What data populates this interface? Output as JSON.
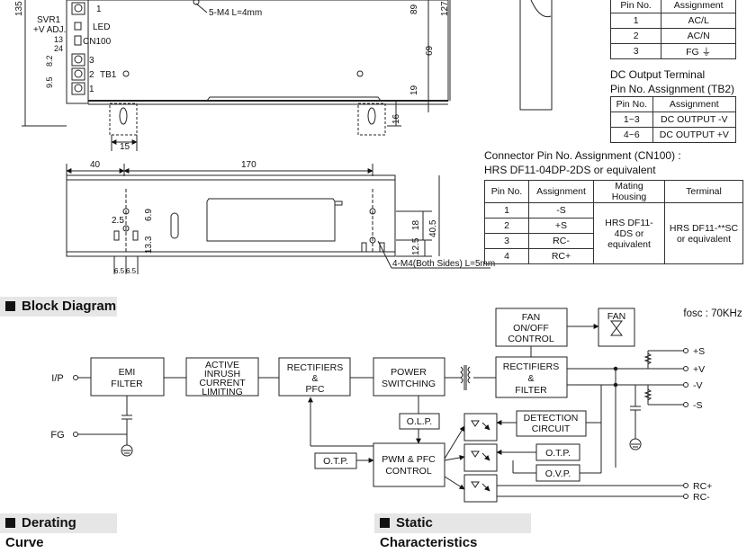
{
  "mech": {
    "dim_135": "135",
    "svr1": "SVR1",
    "v_adj": "+V ADJ.",
    "led": "LED",
    "cn100": "CN100",
    "pin13": "13",
    "pin24": "24",
    "tb1": "TB1",
    "tb1_pins": [
      "3",
      "2",
      "1"
    ],
    "top_pin1": "1",
    "dim_82": "8.2",
    "dim_95": "9.5",
    "screw_note": "5-M4 L=4mm",
    "dim_89": "89",
    "dim_127": "127",
    "dim_69": "69",
    "dim_19": "19",
    "dim_16": "16",
    "dim_15": "15",
    "dim_40": "40",
    "dim_170": "170",
    "dim_25": "2.5",
    "dim_69b": "6.9",
    "dim_133": "13.3",
    "dim_18": "18",
    "dim_405": "40.5",
    "dim_125": "12.5",
    "dim_65a": "6.5",
    "dim_65b": "6.5",
    "side_screw_note": "4-M4(Both Sides) L=5mm"
  },
  "ac_table": {
    "headers": [
      "Pin No.",
      "Assignment"
    ],
    "rows": [
      [
        "1",
        "AC/L"
      ],
      [
        "2",
        "AC/N"
      ],
      [
        "3",
        "FG ⏚"
      ]
    ]
  },
  "dc_title": "DC Output Terminal",
  "dc_subtitle": "Pin No.  Assignment (TB2)",
  "dc_table": {
    "headers": [
      "Pin No.",
      "Assignment"
    ],
    "rows": [
      [
        "1~3",
        "DC OUTPUT -V"
      ],
      [
        "4~6",
        "DC OUTPUT +V"
      ]
    ]
  },
  "cn_title": "Connector Pin No. Assignment (CN100) :",
  "cn_subtitle": "HRS DF11-04DP-2DS or equivalent",
  "cn_table": {
    "headers": [
      "Pin No.",
      "Assignment",
      "Mating Housing",
      "Terminal"
    ],
    "pins": [
      "1",
      "2",
      "3",
      "4"
    ],
    "assign": [
      "-S",
      "+S",
      "RC-",
      "RC+"
    ],
    "housing": "HRS DF11-4DS or equivalent",
    "terminal": "HRS DF11-**SC or equivalent"
  },
  "sections": {
    "block": "Block Diagram",
    "derating": "Derating Curve",
    "static": "Static Characteristics"
  },
  "block": {
    "fosc": "fosc : 70KHz",
    "ip": "I/P",
    "fg": "FG",
    "emi": [
      "EMI",
      "FILTER"
    ],
    "inrush": [
      "ACTIVE",
      "INRUSH",
      "CURRENT",
      "LIMITING"
    ],
    "rect1": [
      "RECTIFIERS",
      "&",
      "PFC"
    ],
    "power": [
      "POWER",
      "SWITCHING"
    ],
    "rect2": [
      "RECTIFIERS",
      "&",
      "FILTER"
    ],
    "fan_ctrl": [
      "FAN",
      "ON/OFF",
      "CONTROL"
    ],
    "fan": "FAN",
    "olp": "O.L.P.",
    "detect": [
      "DETECTION",
      "CIRCUIT"
    ],
    "otp_right": "O.T.P.",
    "ovp": "O.V.P.",
    "otp_left": "O.T.P.",
    "pwm": [
      "PWM & PFC",
      "CONTROL"
    ],
    "out_s_plus": "+S",
    "out_v_plus": "+V",
    "out_v_minus": "-V",
    "out_s_minus": "-S",
    "rc_plus": "RC+",
    "rc_minus": "RC-"
  }
}
